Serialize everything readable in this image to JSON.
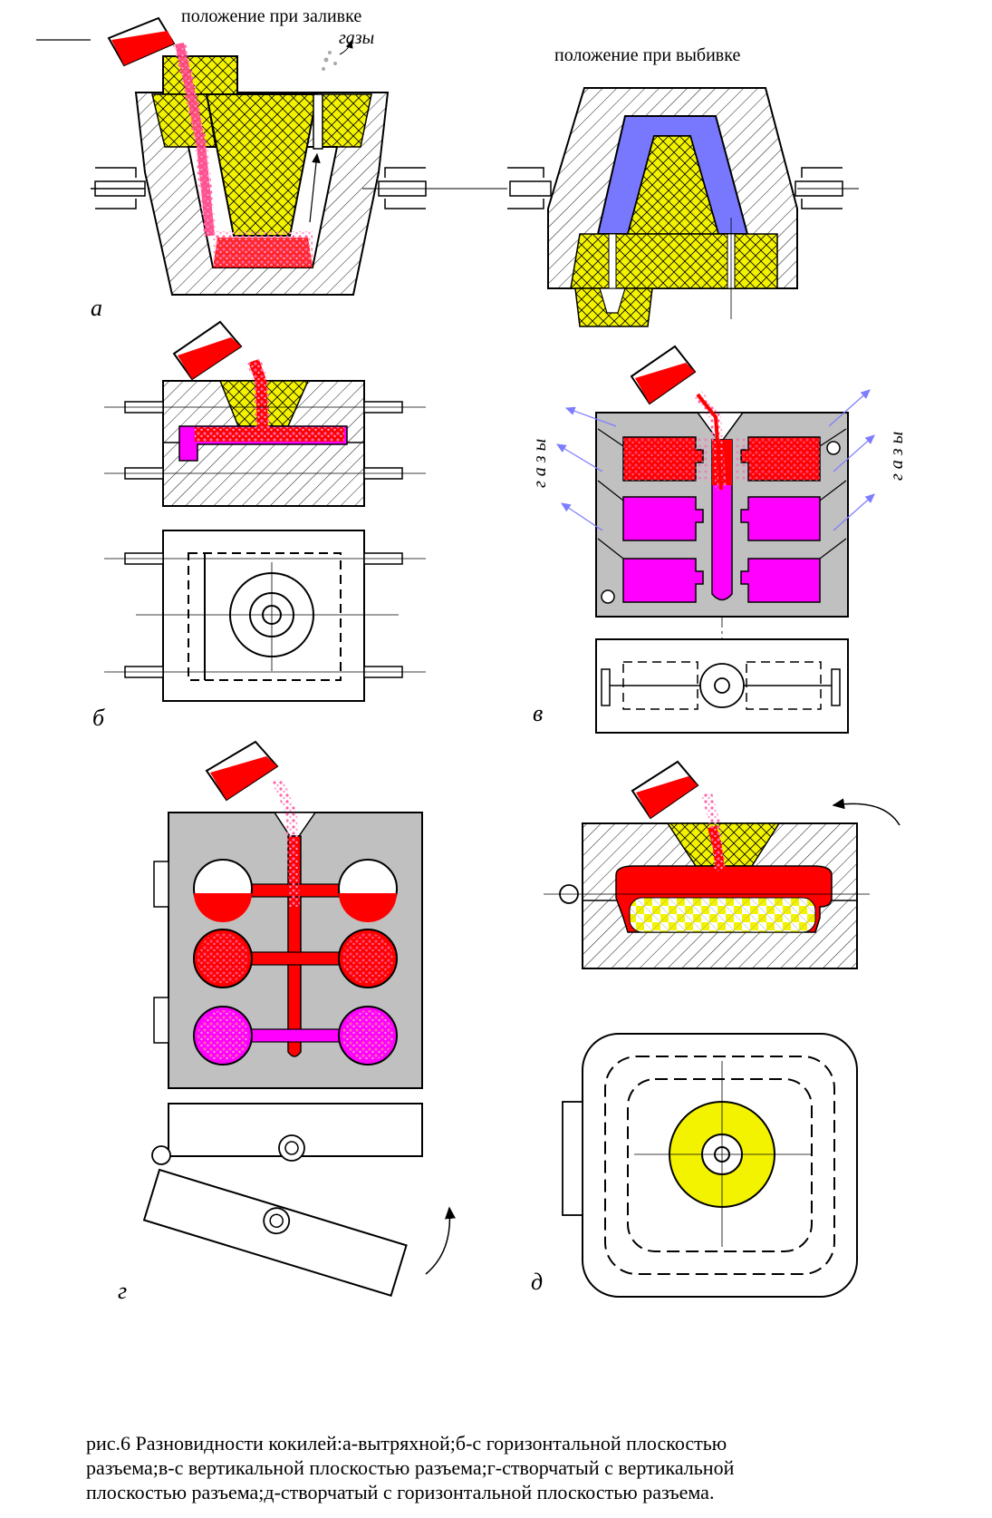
{
  "labels": {
    "pouring_position": "положение  при заливке",
    "gases_a": "газы",
    "knockout_position": "положение при выбивке",
    "gases_v_left": "г а з ы",
    "gases_v_right": "г а з ы",
    "fig_a": "а",
    "fig_b": "б",
    "fig_v": "в",
    "fig_g": "г",
    "fig_d": "д"
  },
  "caption": {
    "line1": "рис.6 Разновидности кокилей:а-вытряхной;б-с горизонтальной плоскостью",
    "line2": "разъема;в-с вертикальной плоскостью разъема;г-створчатый с вертикальной",
    "line3": "плоскостью разъема;д-створчатый с горизонтальной плоскостью разъема."
  },
  "colors": {
    "metal_red": "#ff0000",
    "metal_particles": "#ff5fa0",
    "core_yellow": "#f3f300",
    "cavity_magenta": "#ff00ff",
    "casting_blue": "#7878ff",
    "mold_gray": "#c0c0c0",
    "gas_arrow": "#7d7dff",
    "line": "#000000"
  }
}
